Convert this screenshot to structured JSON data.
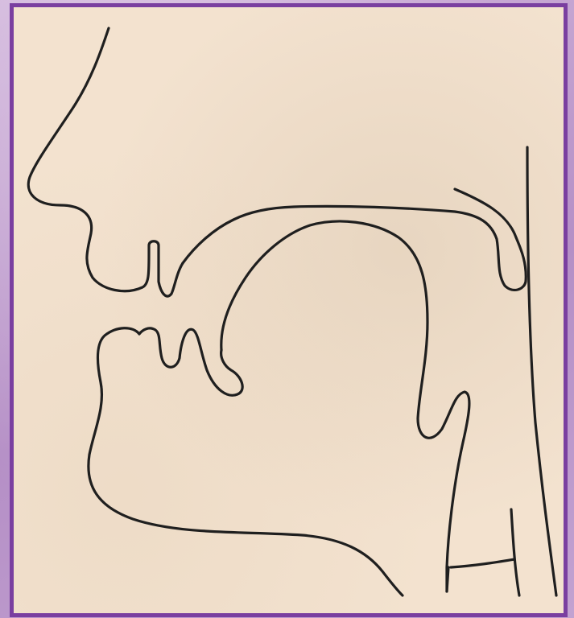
{
  "slide": {
    "background_color": "#c2a2d1",
    "frame_color": "#7a3fa0",
    "paper_color": "#f3e2cf",
    "ink_color": "#1f1f1f"
  },
  "diagram": {
    "subject": "sagittal-section-vocal-tract",
    "parts": [
      "nose",
      "upper-lip",
      "upper-teeth",
      "palate",
      "velum",
      "tongue",
      "lower-teeth",
      "lower-lip",
      "chin",
      "epiglottis",
      "pharynx-wall",
      "larynx"
    ]
  },
  "caption": {
    "text": ""
  }
}
